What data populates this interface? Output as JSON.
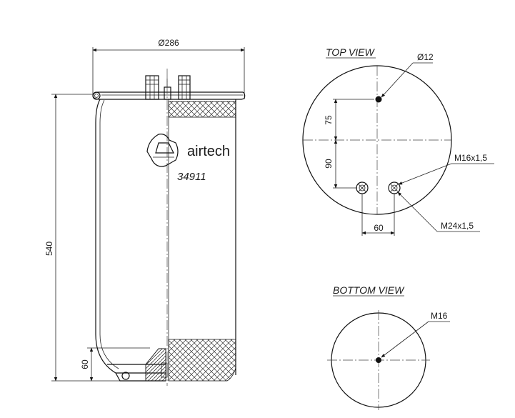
{
  "side_view": {
    "diameter_label": "Ø286",
    "height_label": "540",
    "base_height_label": "60",
    "brand_text": "airtech",
    "part_number": "34911"
  },
  "top_view": {
    "title": "TOP VIEW",
    "hole_diameter_label": "Ø12",
    "dim_75": "75",
    "dim_90": "90",
    "dim_60": "60",
    "stud_small_label": "M16x1,5",
    "stud_large_label": "M24x1,5"
  },
  "bottom_view": {
    "title": "BOTTOM VIEW",
    "thread_label": "M16"
  },
  "colors": {
    "line": "#111111",
    "background": "#ffffff"
  }
}
